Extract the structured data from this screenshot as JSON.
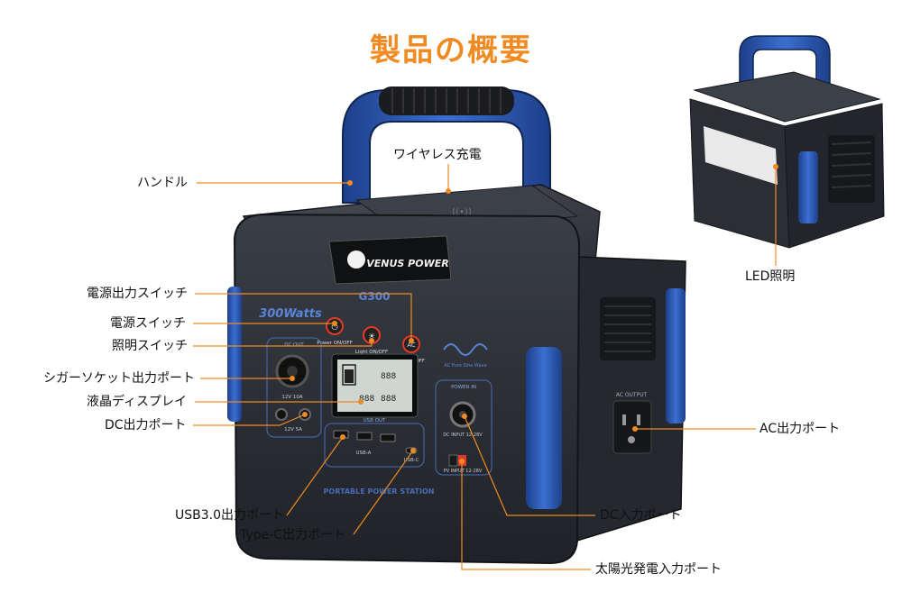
{
  "title": "製品の概要",
  "brand": "VENUS POWER",
  "model": "G300",
  "rating": "300Watts",
  "panel": {
    "power_btn": "Power ON/OFF",
    "light_btn": "Light ON/OFF",
    "ac_btn_face": "AC",
    "ac_btn": "AC ON/OFF",
    "dc_out": "DC OUT",
    "cig_rating": "12V 10A",
    "dc_rating": "12V 5A",
    "usb_out": "USB OUT",
    "usb_a": "USB-A",
    "usb_c": "USB-C",
    "power_in": "POWER IN",
    "dc_input": "DC INPUT 12-28V",
    "pv_input": "PV INPUT 12-28V",
    "ac_output": "AC OUTPUT",
    "wave_text": "AC Pure Sine Wave",
    "footer": "PORTABLE POWER STATION"
  },
  "labels": {
    "handle": "ハンドル",
    "wireless": "ワイヤレス充電",
    "ac_switch": "電源出力スイッチ",
    "power_switch": "電源スイッチ",
    "light_switch": "照明スイッチ",
    "cig_port": "シガーソケット出力ポート",
    "lcd": "液晶ディスプレイ",
    "dc_out_port": "DC出力ポート",
    "usb_port": "USB3.0出力ポート",
    "typec_port": "Type-C出力ポート",
    "dc_in_port": "DC入力ポート",
    "solar_port": "太陽光発電入力ポート",
    "ac_out_port": "AC出力ポート",
    "led": "LED照明"
  },
  "colors": {
    "title": "#f08a22",
    "leader": "#f08a22",
    "body": "#2b2e34",
    "blue": "#2d5db8",
    "accent": "#e23a2a"
  }
}
